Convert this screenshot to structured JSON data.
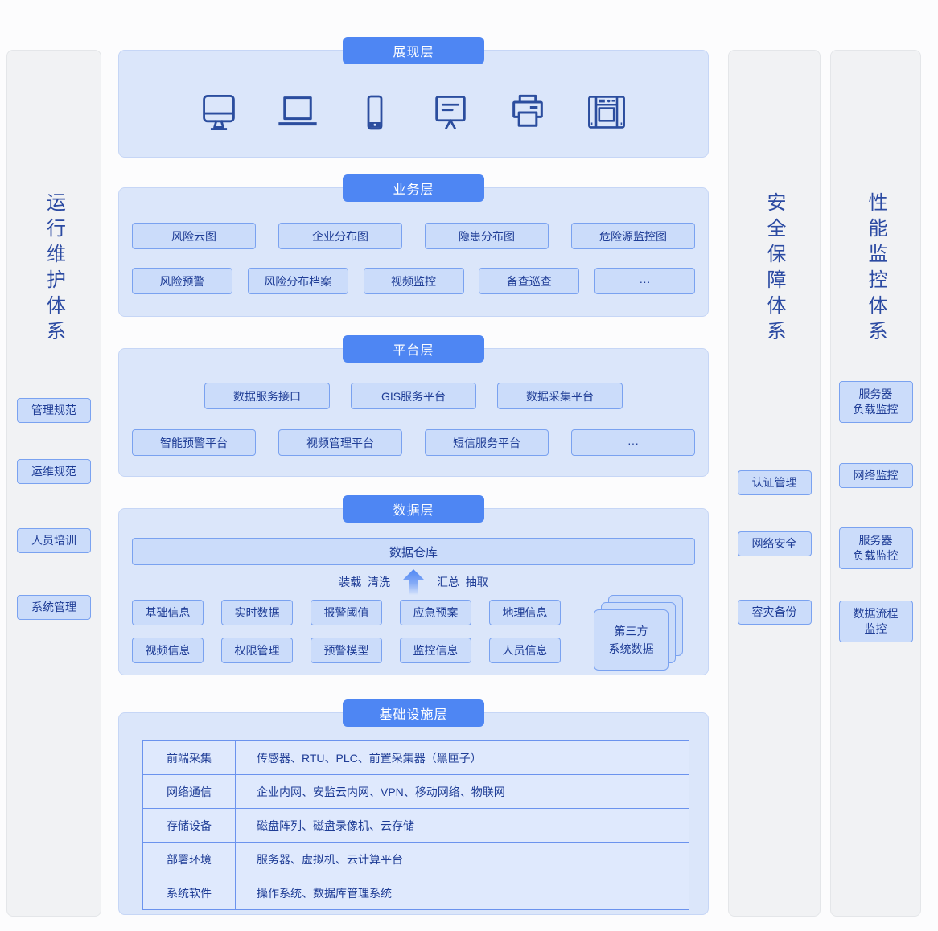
{
  "colors": {
    "badge_bg": "#4e86f3",
    "panel_bg": "#dbe6fa",
    "box_bg": "#cbdcfa",
    "box_border": "#7aa2f0",
    "text_navy": "#1f3d96",
    "icon_stroke": "#2b4d9e",
    "side_panel_bg": "#f1f2f4",
    "table_border": "#6b93ee"
  },
  "sidebar_left": {
    "title": "运行维护体系",
    "items": [
      "管理规范",
      "运维规范",
      "人员培训",
      "系统管理"
    ]
  },
  "sidebar_security": {
    "title": "安全保障体系",
    "items": [
      "认证管理",
      "网络安全",
      "容灾备份"
    ]
  },
  "sidebar_performance": {
    "title": "性能监控体系",
    "items": [
      "服务器\n负载监控",
      "网络监控",
      "服务器\n负载监控",
      "数据流程\n监控"
    ]
  },
  "layers": {
    "presentation": {
      "title": "展现层",
      "icons": [
        "desktop-monitor-icon",
        "laptop-icon",
        "mobile-phone-icon",
        "presentation-board-icon",
        "printer-icon",
        "led-screen-icon"
      ]
    },
    "business": {
      "title": "业务层",
      "row1": [
        "风险云图",
        "企业分布图",
        "隐患分布图",
        "危险源监控图"
      ],
      "row2": [
        "风险预警",
        "风险分布档案",
        "视频监控",
        "备查巡查",
        "···"
      ]
    },
    "platform": {
      "title": "平台层",
      "row1": [
        "数据服务接口",
        "GIS服务平台",
        "数据采集平台"
      ],
      "row2": [
        "智能预警平台",
        "视频管理平台",
        "短信服务平台",
        "···"
      ]
    },
    "data": {
      "title": "数据层",
      "warehouse": "数据仓库",
      "flow_left": "装载  清洗",
      "flow_right": "汇总  抽取",
      "row1": [
        "基础信息",
        "实时数据",
        "报警阈值",
        "应急预案",
        "地理信息"
      ],
      "row2": [
        "视频信息",
        "权限管理",
        "预警模型",
        "监控信息",
        "人员信息"
      ],
      "stack_line1": "第三方",
      "stack_line2": "系统数据"
    },
    "infrastructure": {
      "title": "基础设施层",
      "rows": [
        {
          "label": "前端采集",
          "value": "传感器、RTU、PLC、前置采集器（黑匣子）"
        },
        {
          "label": "网络通信",
          "value": "企业内网、安监云内网、VPN、移动网络、物联网"
        },
        {
          "label": "存储设备",
          "value": "磁盘阵列、磁盘录像机、云存储"
        },
        {
          "label": "部署环境",
          "value": "服务器、虚拟机、云计算平台"
        },
        {
          "label": "系统软件",
          "value": "操作系统、数据库管理系统"
        }
      ]
    }
  }
}
